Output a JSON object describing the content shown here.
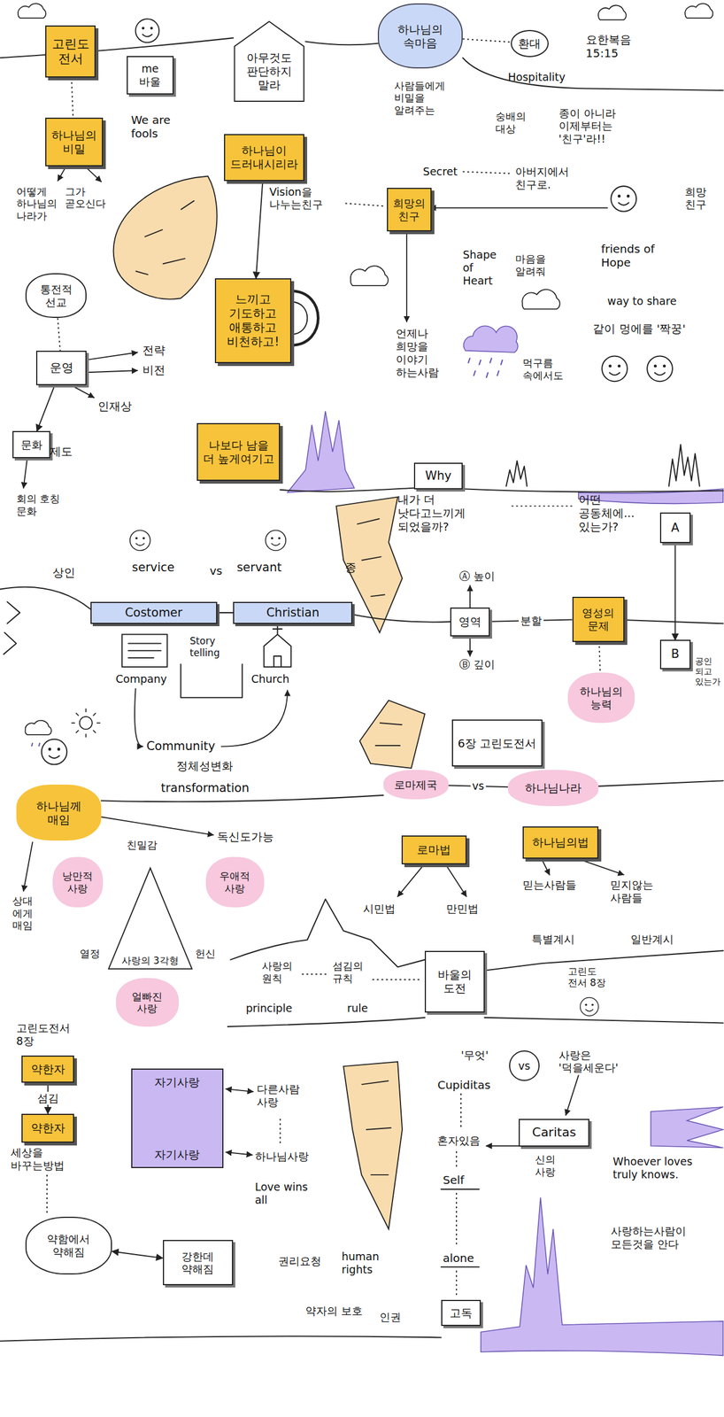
{
  "diagram": {
    "nodes": [
      {
        "text": [
          "고린도 전서"
        ]
      },
      {
        "text": [
          "me 바울"
        ]
      },
      {
        "text": [
          "아무것도 판단하지 말라"
        ]
      },
      {
        "text": [
          "하나님의 속마음"
        ]
      },
      {
        "text": [
          "환대"
        ]
      },
      {
        "text": [
          "하나님의 비밀"
        ]
      },
      {
        "text": [
          "하나님이 드러내시리라"
        ]
      },
      {
        "text": [
          "희망의 친구"
        ]
      },
      {
        "text": [
          "통전적 선교"
        ]
      },
      {
        "text": [
          "운영"
        ]
      },
      {
        "text": [
          "느끼고 기도하고 애통하고 비천하고!"
        ]
      },
      {
        "text": [
          "문화"
        ]
      },
      {
        "text": [
          "나보다 남을 더 높게여기고"
        ]
      },
      {
        "text": [
          "Why"
        ]
      },
      {
        "text": [
          "A"
        ]
      },
      {
        "text": [
          "Costomer"
        ]
      },
      {
        "text": [
          "Christian"
        ]
      },
      {
        "text": [
          "영역"
        ]
      },
      {
        "text": [
          "영성의 문제"
        ]
      },
      {
        "text": [
          "B"
        ]
      },
      {
        "text": [
          "하나님의 능력"
        ]
      },
      {
        "text": [
          "6장 고린도전서"
        ]
      },
      {
        "text": [
          "하나님께 매임"
        ]
      },
      {
        "text": [
          "로마제국"
        ]
      },
      {
        "text": [
          "하나님나라"
        ]
      },
      {
        "text": [
          "로마법"
        ]
      },
      {
        "text": [
          "하나님의법"
        ]
      },
      {
        "text": [
          "낭만적 사랑"
        ]
      },
      {
        "text": [
          "사랑의 3각형"
        ]
      },
      {
        "text": [
          "우애적 사랑"
        ]
      },
      {
        "text": [
          "얼빠진 사랑"
        ]
      },
      {
        "text": [
          "바울의 도전"
        ]
      },
      {
        "text": [
          "vs"
        ]
      },
      {
        "text": [
          "약한자"
        ]
      },
      {
        "text": [
          "자기사랑",
          "자기사랑"
        ]
      },
      {
        "text": [
          "약한자"
        ]
      },
      {
        "text": [
          "Caritas"
        ]
      },
      {
        "text": [
          "약함에서 약해짐"
        ]
      },
      {
        "text": [
          "강한데 약해짐"
        ]
      },
      {
        "text": [
          "고독"
        ]
      }
    ],
    "edges": [
      {
        "from": 0,
        "to": 5,
        "arrow": "none"
      },
      {
        "from": 3,
        "to": 4,
        "arrow": "none"
      },
      {
        "from": 6,
        "to": 10,
        "arrow": "to"
      },
      {
        "from": 8,
        "to": 9,
        "arrow": "none"
      },
      {
        "from": 9,
        "to": 11,
        "arrow": "to"
      },
      {
        "from": 17,
        "to": 18,
        "label": "분할",
        "arrow": "none"
      },
      {
        "from": 14,
        "to": 19,
        "arrow": "to"
      },
      {
        "from": 18,
        "to": 20,
        "arrow": "none"
      },
      {
        "from": 23,
        "to": 24,
        "label": "vs",
        "arrow": "none"
      },
      {
        "from": 33,
        "to": 35,
        "label": "섬김",
        "arrow": "to"
      },
      {
        "from": 37,
        "to": 38,
        "arrow": "both"
      }
    ],
    "labels": [
      "We are fools",
      "어떻게 하나님의 나라가",
      "그가 곧오신다",
      "Hospitality",
      "요한복음 15:15",
      "사람들에게 비밀을 알려주는",
      "Secret",
      "숭배의 대상",
      "종이 아니라 이제부터는 '친구'라!!",
      "아버지에서 친구로.",
      "희망 친구",
      "friends of Hope",
      "way to share",
      "같이 멍에를 '짝꿍'",
      "Shape of Heart",
      "마음을 알려줘",
      "언제나 희망을 이야기 하는사람",
      "먹구름 속에서도",
      "Vision을 나누는친구",
      "전략",
      "비전",
      "인재상",
      "제도",
      "회의 호칭 문화",
      "내가 더 낫다고느끼게 되었을까?",
      "어떤 공동체에... 있는가?",
      "공인 되고 있는가",
      "Ⓐ 높이",
      "Ⓑ 깊이",
      "상인",
      "service",
      "vs",
      "servant",
      "종",
      "Company",
      "Story telling",
      "Church",
      "Community",
      "정체성변화",
      "transformation",
      "독신도가능",
      "친밀감",
      "열정",
      "헌신",
      "상대에게 매임",
      "시민법",
      "만민법",
      "믿는사람들",
      "믿지않는 사람들",
      "특별계시",
      "일반계시",
      "사랑의 원칙",
      "섬김의 규칙",
      "principle",
      "rule",
      "고린도 전서 8장",
      "고린도전서 8장",
      "세상을 바꾸는방법",
      "다른사람 사랑",
      "하나님사랑",
      "Love wins all",
      "'무엇'",
      "Cupiditas",
      "사랑은 '덕을세운다'",
      "Whoever loves truly knows.",
      "사랑하는사람이 모든것을 안다",
      "혼자있음",
      "신의 사랑",
      "Self",
      "alone",
      "권리요청",
      "human rights",
      "약자의 보호",
      "인권"
    ]
  }
}
